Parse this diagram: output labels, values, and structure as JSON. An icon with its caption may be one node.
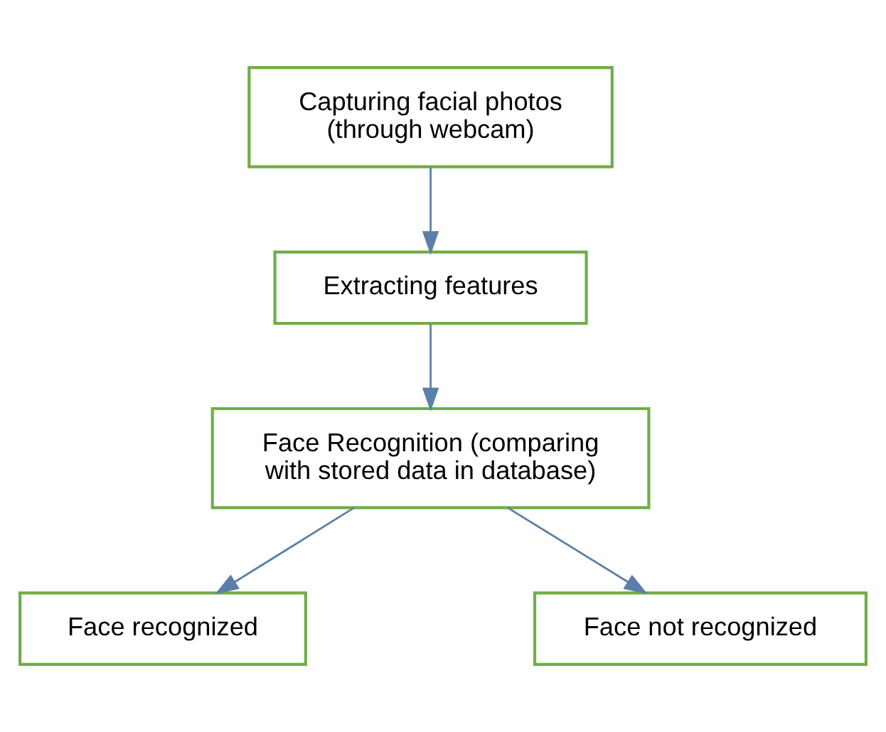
{
  "diagram": {
    "nodes": [
      {
        "text": [
          "Capturing facial photos (through webcam)"
        ]
      },
      {
        "text": [
          "Extracting features"
        ]
      },
      {
        "text": [
          "Face Recognition (comparing with stored data in database)"
        ]
      },
      {
        "text": [
          "Face recognized"
        ]
      },
      {
        "text": [
          "Face not recognized"
        ]
      }
    ],
    "edges": [
      {
        "from": 0,
        "to": 1,
        "arrow": "to"
      },
      {
        "from": 1,
        "to": 2,
        "arrow": "to"
      },
      {
        "from": 2,
        "to": 3,
        "arrow": "to"
      },
      {
        "from": 2,
        "to": 4,
        "arrow": "to"
      }
    ]
  }
}
